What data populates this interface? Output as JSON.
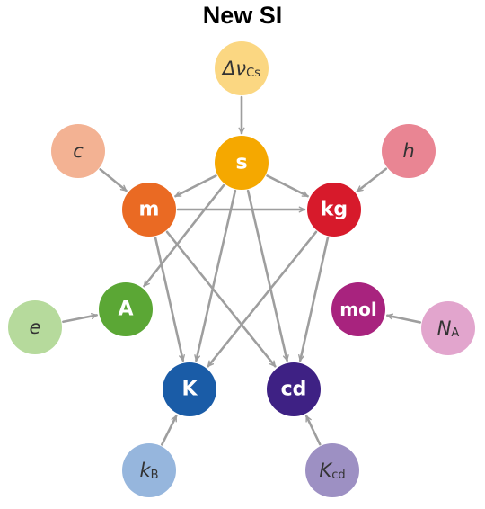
{
  "title": "New SI",
  "arrow_color": "#9e9e9e",
  "nodes": [
    {
      "id": "s",
      "label": "s",
      "role": "unit",
      "color": "#f5a800"
    },
    {
      "id": "m",
      "label": "m",
      "role": "unit",
      "color": "#ea6a23"
    },
    {
      "id": "kg",
      "label": "kg",
      "role": "unit",
      "color": "#d71a2b"
    },
    {
      "id": "A",
      "label": "A",
      "role": "unit",
      "color": "#5ba735"
    },
    {
      "id": "mol",
      "label": "mol",
      "role": "unit",
      "color": "#a8237e"
    },
    {
      "id": "K",
      "label": "K",
      "role": "unit",
      "color": "#1a5ca7"
    },
    {
      "id": "cd",
      "label": "cd",
      "role": "unit",
      "color": "#3e2184"
    },
    {
      "id": "dnu",
      "label": "Δν",
      "sub": "Cs",
      "role": "constant",
      "color": "#fbd782"
    },
    {
      "id": "c",
      "label": "c",
      "sub": "",
      "role": "constant",
      "color": "#f3b293"
    },
    {
      "id": "h",
      "label": "h",
      "sub": "",
      "role": "constant",
      "color": "#e98593"
    },
    {
      "id": "e",
      "label": "e",
      "sub": "",
      "role": "constant",
      "color": "#b6da9c"
    },
    {
      "id": "NA",
      "label": "N",
      "sub": "A",
      "role": "constant",
      "color": "#e2a5cd"
    },
    {
      "id": "kB",
      "label": "k",
      "sub": "B",
      "role": "constant",
      "color": "#96b6dd"
    },
    {
      "id": "Kcd",
      "label": "K",
      "sub": "cd",
      "role": "constant",
      "color": "#9d90c3"
    }
  ],
  "edges": [
    [
      "dnu",
      "s"
    ],
    [
      "c",
      "m"
    ],
    [
      "h",
      "kg"
    ],
    [
      "e",
      "A"
    ],
    [
      "NA",
      "mol"
    ],
    [
      "kB",
      "K"
    ],
    [
      "Kcd",
      "cd"
    ],
    [
      "s",
      "m"
    ],
    [
      "s",
      "kg"
    ],
    [
      "s",
      "A"
    ],
    [
      "s",
      "K"
    ],
    [
      "s",
      "cd"
    ],
    [
      "m",
      "kg"
    ],
    [
      "m",
      "K"
    ],
    [
      "m",
      "cd"
    ],
    [
      "kg",
      "K"
    ],
    [
      "kg",
      "cd"
    ]
  ]
}
